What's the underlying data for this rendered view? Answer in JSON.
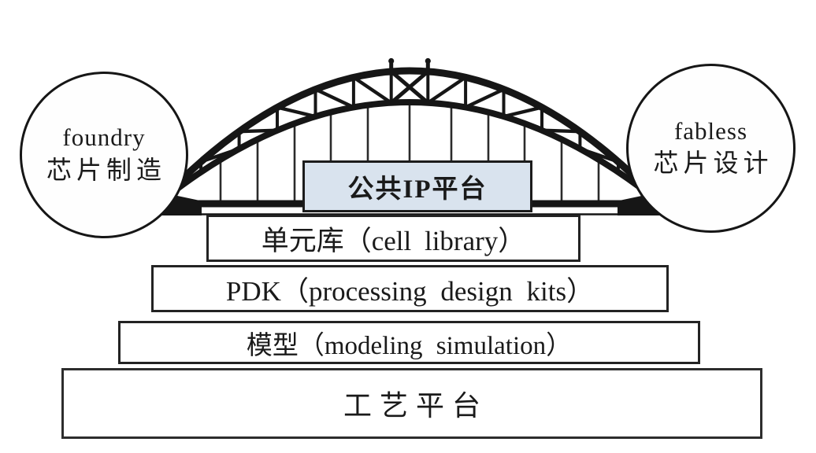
{
  "diagram": {
    "left_node": {
      "en": "foundry",
      "zh": "芯片制造"
    },
    "right_node": {
      "en": "fabless",
      "zh": "芯片设计"
    },
    "bridge": {
      "icon": "truss-arch-bridge-icon"
    },
    "platform_stack": [
      {
        "id": "public-ip-platform",
        "label": "公共IP平台",
        "highlighted": true
      },
      {
        "id": "cell-library",
        "label": "单元库（cell library）",
        "highlighted": false
      },
      {
        "id": "pdk",
        "label": "PDK（processing design kits）",
        "highlighted": false
      },
      {
        "id": "model",
        "label": "模型（modeling simulation）",
        "highlighted": false
      },
      {
        "id": "process-platform",
        "label": "工艺平台",
        "highlighted": false
      }
    ],
    "colors": {
      "highlight_fill": "#d9e3ee",
      "line": "#111111",
      "background": "#ffffff"
    }
  }
}
